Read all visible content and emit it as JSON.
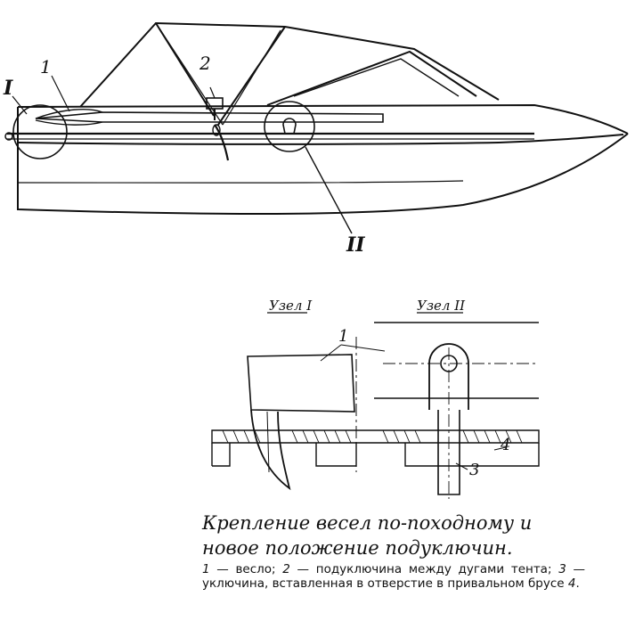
{
  "boat_view": {
    "node_I_label": "I",
    "node_II_label": "II",
    "callout_oar": "1",
    "callout_oarlock_between_arches": "2"
  },
  "detail_view": {
    "node_I_title": "Узел I",
    "node_II_title": "Узел II",
    "callout_oar": "1",
    "callout_oarlock": "3",
    "callout_gunwale_bar": "4"
  },
  "caption": {
    "title": "Крепление весел по-походному и новое положение подуключин.",
    "legend": [
      {
        "num": "1",
        "text": "весло;"
      },
      {
        "num": "2",
        "text": "подуключина между дугами тента;"
      },
      {
        "num": "3",
        "text": "уключина, вставленная в отверстие в привальном брусе"
      },
      {
        "num": "4",
        "text": "."
      }
    ]
  }
}
